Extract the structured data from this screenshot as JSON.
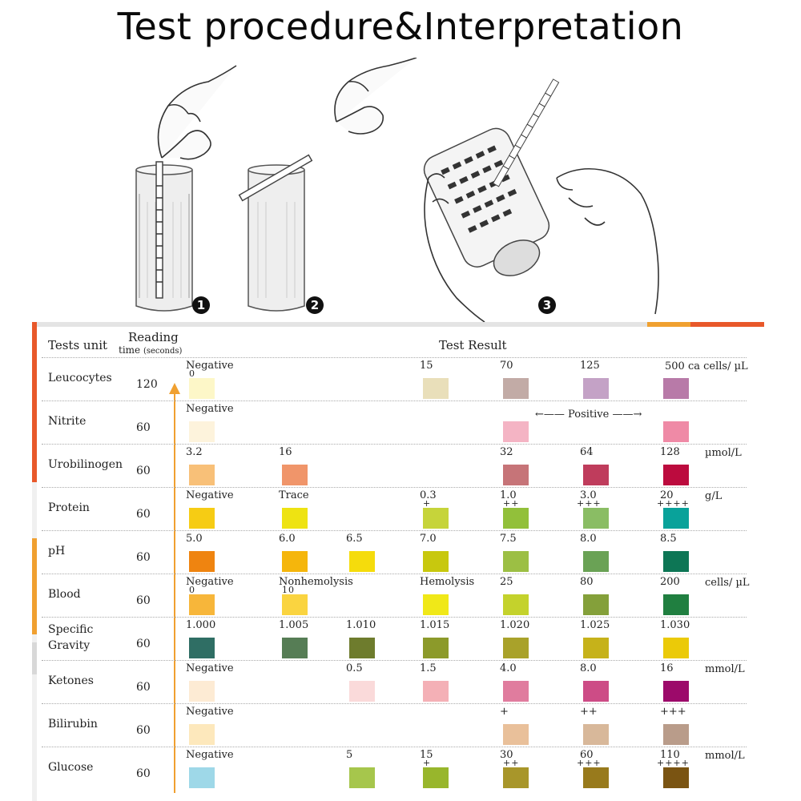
{
  "title": "Test procedure&Interpretation",
  "steps": [
    "1",
    "2",
    "3"
  ],
  "headers": {
    "tests_unit": "Tests unit",
    "reading": "Reading",
    "time": "time",
    "seconds": "(seconds)",
    "test_result": "Test Result"
  },
  "positive_label": "Positive",
  "rows": [
    {
      "name": "Leucocytes",
      "time": "120",
      "unit": "500 ca cells/ µL",
      "pads": [
        {
          "col": 0,
          "label": "Negative",
          "sub": "0",
          "color": "#fdf7c8"
        },
        {
          "col": 3,
          "label": "15",
          "sub": "",
          "color": "#e9dfba"
        },
        {
          "col": 4,
          "label": "70",
          "sub": "",
          "color": "#c2aba6"
        },
        {
          "col": 5,
          "label": "125",
          "sub": "",
          "color": "#c4a2c6"
        },
        {
          "col": 6,
          "label": "",
          "sub": "",
          "color": "#b87aa8"
        }
      ]
    },
    {
      "name": "Nitrite",
      "time": "60",
      "unit": "",
      "pads": [
        {
          "col": 0,
          "label": "Negative",
          "sub": "",
          "color": "#fdf3dc"
        },
        {
          "col": 4,
          "label": "",
          "sub": "",
          "color": "#f4b4c4"
        },
        {
          "col": 6,
          "label": "",
          "sub": "",
          "color": "#ef8aa6"
        }
      ]
    },
    {
      "name": "Urobilinogen",
      "time": "60",
      "unit": "µmol/L",
      "pads": [
        {
          "col": 0,
          "label": "3.2",
          "sub": "",
          "color": "#f8c078"
        },
        {
          "col": 1,
          "label": "16",
          "sub": "",
          "color": "#f0956a"
        },
        {
          "col": 4,
          "label": "32",
          "sub": "",
          "color": "#c67478"
        },
        {
          "col": 5,
          "label": "64",
          "sub": "",
          "color": "#bf3c5c"
        },
        {
          "col": 6,
          "label": "128",
          "sub": "",
          "color": "#bc0b3e"
        }
      ]
    },
    {
      "name": "Protein",
      "time": "60",
      "unit": "g/L",
      "pads": [
        {
          "col": 0,
          "label": "Negative",
          "sub": "",
          "color": "#f6cc14"
        },
        {
          "col": 1,
          "label": "Trace",
          "sub": "",
          "color": "#eee312"
        },
        {
          "col": 3,
          "label": "0.3",
          "sub": "+",
          "color": "#c6d43a"
        },
        {
          "col": 4,
          "label": "1.0",
          "sub": "++",
          "color": "#92c03a"
        },
        {
          "col": 5,
          "label": "3.0",
          "sub": "+++",
          "color": "#8abd64"
        },
        {
          "col": 6,
          "label": "20",
          "sub": "++++",
          "color": "#09a29a"
        }
      ]
    },
    {
      "name": "pH",
      "time": "60",
      "unit": "",
      "pads": [
        {
          "col": 0,
          "label": "5.0",
          "sub": "",
          "color": "#ef8410"
        },
        {
          "col": 1,
          "label": "6.0",
          "sub": "",
          "color": "#f5b60c"
        },
        {
          "col": 2,
          "label": "6.5",
          "sub": "",
          "color": "#f5dc0c"
        },
        {
          "col": 3,
          "label": "7.0",
          "sub": "",
          "color": "#c8c80e"
        },
        {
          "col": 4,
          "label": "7.5",
          "sub": "",
          "color": "#9cbf44"
        },
        {
          "col": 5,
          "label": "8.0",
          "sub": "",
          "color": "#6aa255"
        },
        {
          "col": 6,
          "label": "8.5",
          "sub": "",
          "color": "#0d7655"
        }
      ]
    },
    {
      "name": "Blood",
      "time": "60",
      "unit": "cells/ µL",
      "pads": [
        {
          "col": 0,
          "label": "Negative",
          "sub": "0",
          "color": "#f7b63a"
        },
        {
          "col": 1,
          "label": "Nonhemolysis",
          "sub": "10",
          "color": "#fad440"
        },
        {
          "col": 3,
          "label": "Hemolysis",
          "sub": "",
          "color": "#f0e818"
        },
        {
          "col": 4,
          "label": "25",
          "sub": "",
          "color": "#c4d22c"
        },
        {
          "col": 5,
          "label": "80",
          "sub": "",
          "color": "#84a03a"
        },
        {
          "col": 6,
          "label": "200",
          "sub": "",
          "color": "#207f40"
        }
      ]
    },
    {
      "name": "Specific",
      "name2": "Gravity",
      "time": "60",
      "unit": "",
      "pads": [
        {
          "col": 0,
          "label": "1.000",
          "sub": "",
          "color": "#2f6e64"
        },
        {
          "col": 1,
          "label": "1.005",
          "sub": "",
          "color": "#567d55"
        },
        {
          "col": 2,
          "label": "1.010",
          "sub": "",
          "color": "#6e7c2d"
        },
        {
          "col": 3,
          "label": "1.015",
          "sub": "",
          "color": "#8c9a2a"
        },
        {
          "col": 4,
          "label": "1.020",
          "sub": "",
          "color": "#a9a22a"
        },
        {
          "col": 5,
          "label": "1.025",
          "sub": "",
          "color": "#c6b21a"
        },
        {
          "col": 6,
          "label": "1.030",
          "sub": "",
          "color": "#ebca08"
        }
      ]
    },
    {
      "name": "Ketones",
      "time": "60",
      "unit": "mmol/L",
      "pads": [
        {
          "col": 0,
          "label": "Negative",
          "sub": "",
          "color": "#fdebd4"
        },
        {
          "col": 2,
          "label": "0.5",
          "sub": "",
          "color": "#fadada"
        },
        {
          "col": 3,
          "label": "1.5",
          "sub": "",
          "color": "#f4b0b6"
        },
        {
          "col": 4,
          "label": "4.0",
          "sub": "",
          "color": "#e07c9e"
        },
        {
          "col": 5,
          "label": "8.0",
          "sub": "",
          "color": "#cd4c86"
        },
        {
          "col": 6,
          "label": "16",
          "sub": "",
          "color": "#9c0a6a"
        }
      ]
    },
    {
      "name": "Bilirubin",
      "time": "60",
      "unit": "",
      "pads": [
        {
          "col": 0,
          "label": "Negative",
          "sub": "",
          "color": "#fde8bc"
        },
        {
          "col": 4,
          "label": "+",
          "sub": "",
          "color": "#e9c09a"
        },
        {
          "col": 5,
          "label": "++",
          "sub": "",
          "color": "#d8b89a"
        },
        {
          "col": 6,
          "label": "+++",
          "sub": "",
          "color": "#b99c8a"
        }
      ]
    },
    {
      "name": "Glucose",
      "time": "60",
      "unit": "mmol/L",
      "pads": [
        {
          "col": 0,
          "label": "Negative",
          "sub": "",
          "color": "#9ed8e8"
        },
        {
          "col": 2,
          "label": "5",
          "sub": "",
          "color": "#a6c64c"
        },
        {
          "col": 3,
          "label": "15",
          "sub": "+",
          "color": "#98b62c"
        },
        {
          "col": 4,
          "label": "30",
          "sub": "++",
          "color": "#a8962a"
        },
        {
          "col": 5,
          "label": "60",
          "sub": "+++",
          "color": "#987a1c"
        },
        {
          "col": 6,
          "label": "110",
          "sub": "++++",
          "color": "#7a5412"
        }
      ]
    }
  ]
}
